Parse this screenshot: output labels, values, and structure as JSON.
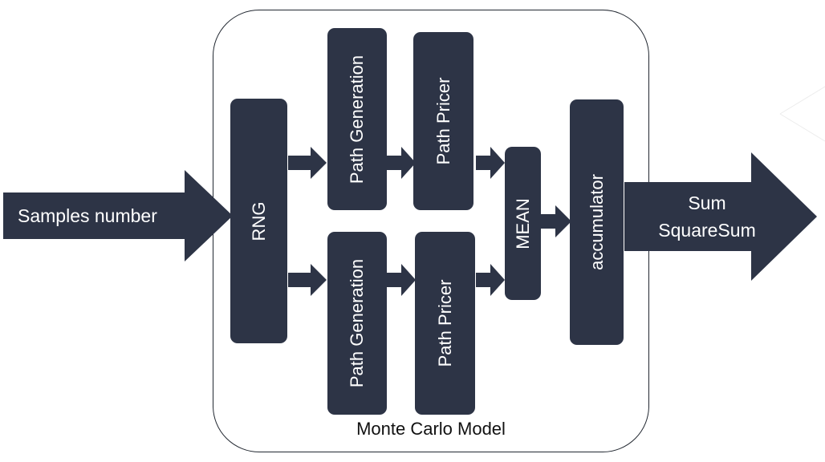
{
  "input_label": "Samples number",
  "frame_label": "Monte Carlo Model",
  "blocks": {
    "rng": "RNG",
    "path_generation": "Path Generation",
    "path_pricer": "Path Pricer",
    "mean": "MEAN",
    "accumulator": "accumulator"
  },
  "outputs": {
    "sum": "Sum",
    "square_sum": "SquareSum"
  },
  "colors": {
    "block_fill": "#2d3446",
    "text_on_block": "#ffffff",
    "frame_stroke": "#222831"
  }
}
